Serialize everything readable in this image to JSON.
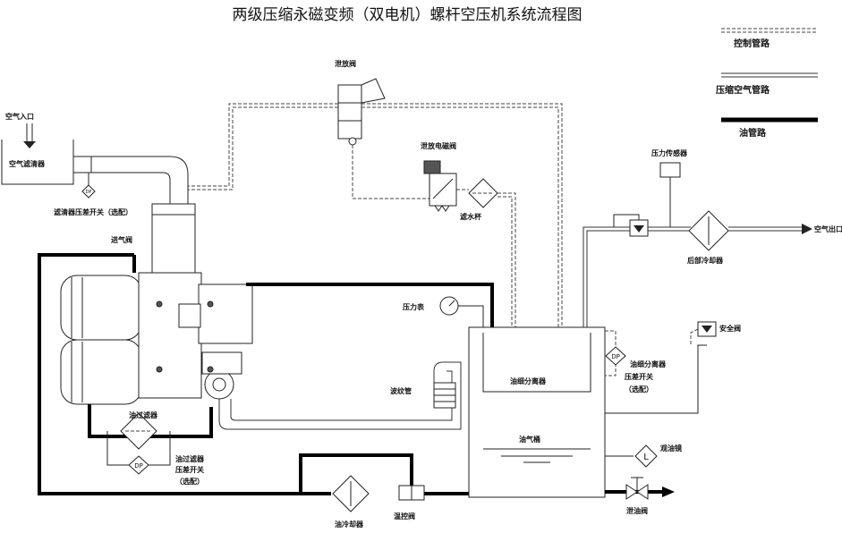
{
  "title": "两级压缩永磁变频（双电机）螺杆空压机系统流程图",
  "legend": {
    "control": "控制管路",
    "air": "压缩空气管路",
    "oil": "油管路"
  },
  "labels": {
    "air_inlet": "空气入口",
    "air_filter": "空气滤清器",
    "filter_dp_switch": "滤清器压差开关（选配）",
    "dp": "DP",
    "intake_valve": "进气阀",
    "relief_valve": "泄放阀",
    "relief_solenoid": "泄放电磁阀",
    "water_cup": "滤水杯",
    "pressure_gauge": "压力表",
    "bellows": "波纹管",
    "oil_separator": "油细分离器",
    "oil_gas_tank": "油气桶",
    "oil_filter": "油过滤器",
    "oil_filter_dp": "油过滤器",
    "oil_filter_dp2": "压差开关",
    "oil_filter_dp3": "（选配）",
    "sep_dp": "油细分离器",
    "sep_dp2": "压差开关",
    "sep_dp3": "（选配）",
    "oil_level": "观油镜",
    "level_mark": "L",
    "drain_valve": "泄油阀",
    "oil_cooler": "油冷却器",
    "thermo_valve": "温控阀",
    "pressure_sensor": "压力传感器",
    "after_cooler": "后部冷却器",
    "air_outlet": "空气出口",
    "safety_valve": "安全阀"
  }
}
